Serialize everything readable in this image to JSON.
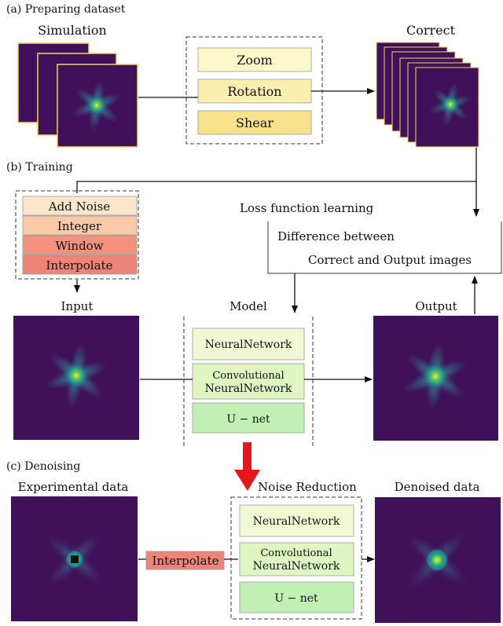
{
  "sections": {
    "a": "(a)  Preparing dataset",
    "b": "(b)  Training",
    "c": "(c)  Denoising"
  },
  "labels": {
    "simulation": "Simulation",
    "correct": "Correct",
    "input": "Input",
    "model": "Model",
    "output": "Output",
    "experimental": "Experimental data",
    "noise_reduction": "Noise Reduction",
    "denoised": "Denoised data",
    "loss_title": "Loss function learning",
    "loss_line1": "Difference between",
    "loss_line2": "Correct and Output images"
  },
  "augment": [
    "Zoom",
    "Rotation",
    "Shear"
  ],
  "noise_steps": [
    "Add Noise",
    "Integer",
    "Window",
    "Interpolate"
  ],
  "interpolate": "Interpolate",
  "models": {
    "nn": "NeuralNetwork",
    "cnn_line1": "Convolutional",
    "cnn_line2": "NeuralNetwork",
    "unet": "U − net"
  },
  "colors": {
    "augment_fill": [
      "#fdf8c8",
      "#fbefb0",
      "#f8e28c"
    ],
    "noise_fill": [
      "#fde7cc",
      "#f9c9a8",
      "#f2917c",
      "#ee8378"
    ],
    "model_fill": [
      "#f1f9d4",
      "#dff5c2",
      "#c2f0b4"
    ],
    "image_bg": "#40105a",
    "arrow_red": "#e8151b"
  }
}
